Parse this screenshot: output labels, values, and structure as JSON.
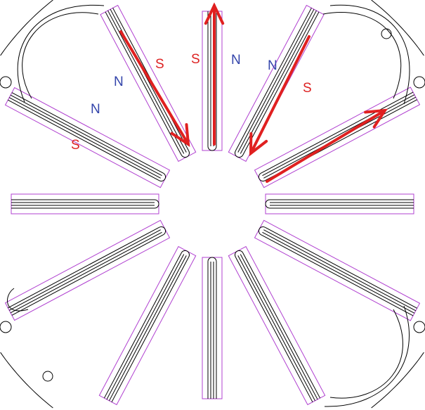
{
  "colors": {
    "north": "#3344aa",
    "south": "#dd2222",
    "arrow": "#e02020",
    "slot": "#b040d0",
    "trace": "#000000"
  },
  "labels": [
    {
      "text": "N",
      "pole": "north"
    },
    {
      "text": "N",
      "pole": "north"
    },
    {
      "text": "N",
      "pole": "north"
    },
    {
      "text": "N",
      "pole": "north"
    },
    {
      "text": "S",
      "pole": "south"
    },
    {
      "text": "S",
      "pole": "south"
    },
    {
      "text": "S",
      "pole": "south"
    },
    {
      "text": "S",
      "pole": "south"
    }
  ]
}
